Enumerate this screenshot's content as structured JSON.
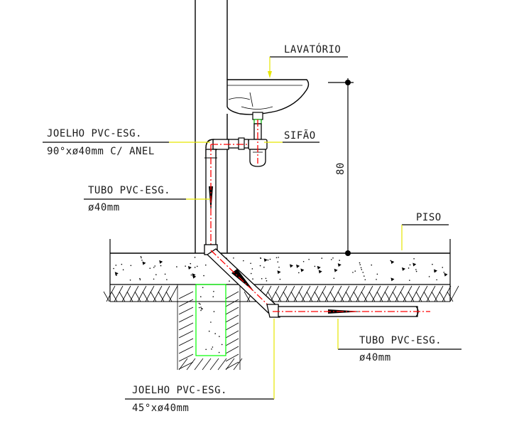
{
  "labels": {
    "lavatorio": "LAVATÓRIO",
    "sifao": "SIFÃO",
    "piso": "PISO",
    "joelho90_line1": "JOELHO PVC-ESG.",
    "joelho90_line2": "90°xø40mm C/ ANEL",
    "tubo_vertical_line1": "TUBO PVC-ESG.",
    "tubo_vertical_line2": "ø40mm",
    "tubo_horizontal_line1": "TUBO PVC-ESG.",
    "tubo_horizontal_line2": "ø40mm",
    "joelho45_line1": "JOELHO PVC-ESG.",
    "joelho45_line2": "45°xø40mm"
  },
  "dimension": {
    "height_value": "80"
  },
  "colors": {
    "leader": "#e6e600",
    "centerline": "#ff0000",
    "fitting_box": "#00ff00",
    "line": "#000000"
  }
}
